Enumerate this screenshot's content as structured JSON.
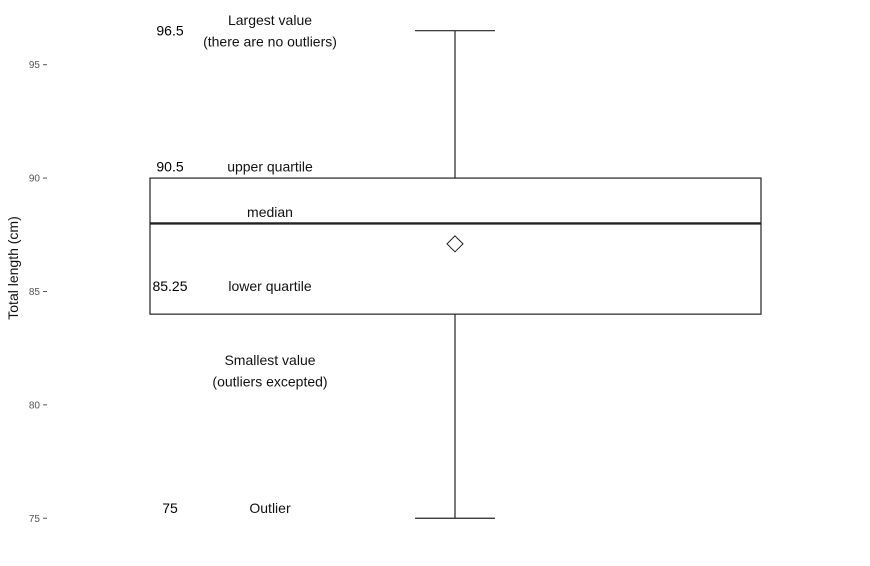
{
  "chart_data": {
    "type": "box",
    "title": "",
    "xlabel": "",
    "ylabel": "Total length (cm)",
    "ylim": [
      73.6,
      97.5
    ],
    "yticks": [
      75,
      80,
      85,
      90,
      95
    ],
    "grid": false,
    "box": {
      "whisker_high": 96.5,
      "q3": 90,
      "median": 88,
      "mean": 87.1,
      "q1": 84,
      "whisker_low": 75
    },
    "annotations": [
      {
        "value_label": "96.5",
        "y": 96.5,
        "lines": [
          "Largest value",
          "(there are no outliers)"
        ]
      },
      {
        "value_label": "90.5",
        "y": 90.5,
        "lines": [
          "upper quartile"
        ]
      },
      {
        "value_label": "",
        "y": 88.5,
        "lines": [
          "median"
        ]
      },
      {
        "value_label": "85.25",
        "y": 85.25,
        "lines": [
          "lower quartile"
        ]
      },
      {
        "value_label": "",
        "y": 81.5,
        "lines": [
          "Smallest value",
          "(outliers excepted)"
        ]
      },
      {
        "value_label": "75",
        "y": 75.45,
        "lines": [
          "Outlier"
        ]
      }
    ]
  }
}
